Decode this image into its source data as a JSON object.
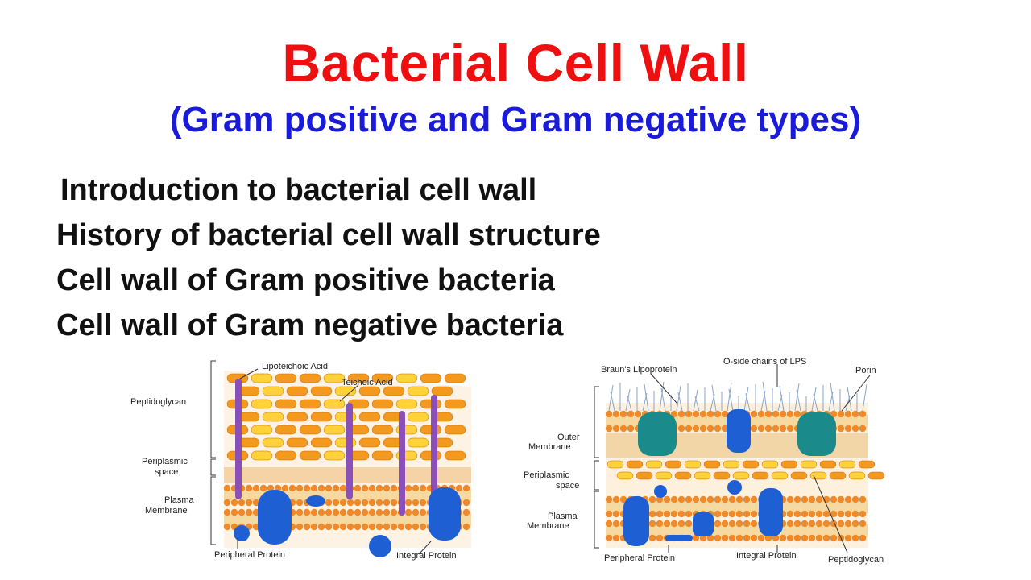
{
  "title": "Bacterial Cell Wall",
  "subtitle": "(Gram positive and Gram negative types)",
  "topics": [
    "Introduction to bacterial cell wall",
    "History of bacterial cell wall structure",
    "Cell wall of Gram positive bacteria",
    "Cell wall of Gram negative bacteria"
  ],
  "gram_positive": {
    "labels": {
      "lipoteichoic_acid": "Lipoteichoic Acid",
      "teichoic_acid": "Teichoic Acid",
      "peptidoglycan": "Peptidoglycan",
      "periplasmic_space": [
        "Periplasmic",
        "space"
      ],
      "plasma_membrane": [
        "Plasma",
        "Membrane"
      ],
      "peripheral_protein": "Peripheral Protein",
      "integral_protein": "Integral Protein"
    }
  },
  "gram_negative": {
    "labels": {
      "brauns_lipoprotein": "Braun's Lipoprotein",
      "o_side_chains": "O-side chains of LPS",
      "porin": "Porin",
      "outer_membrane": [
        "Outer",
        "Membrane"
      ],
      "periplasmic_space": [
        "Periplasmic",
        "space"
      ],
      "plasma_membrane": [
        "Plasma",
        "Membrane"
      ],
      "peripheral_protein": "Peripheral Protein",
      "integral_protein": "Integral Protein",
      "peptidoglycan": "Peptidoglycan"
    }
  },
  "colors": {
    "title": "#ee1010",
    "subtitle": "#1a1adb",
    "peptidoglycan_orange": "#f39a1e",
    "peptidoglycan_yellow": "#ffd23a",
    "membrane_head": "#ee8a2c",
    "membrane_tail": "#f6d9a0",
    "protein_blue": "#1f5fd4",
    "porin_teal": "#1a8a8a",
    "teichoic_purple": "#8a4fb8"
  }
}
